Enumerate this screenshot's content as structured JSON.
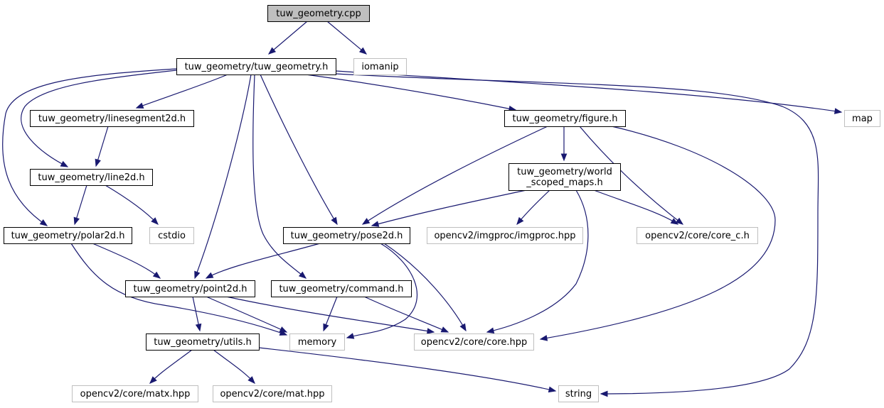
{
  "diagram": {
    "type": "include-dependency-graph",
    "colors": {
      "edge": "#191970",
      "root_fill": "#bfbfbf",
      "node_border": "#000000",
      "external_border": "#bfbfbf",
      "background": "#ffffff"
    },
    "nodes": [
      {
        "id": "root",
        "kind": "root",
        "lines": [
          "tuw_geometry.cpp"
        ]
      },
      {
        "id": "tuw_geometry_h",
        "kind": "main",
        "lines": [
          "tuw_geometry/tuw_geometry.h"
        ]
      },
      {
        "id": "iomanip",
        "kind": "ext",
        "lines": [
          "iomanip"
        ]
      },
      {
        "id": "map",
        "kind": "ext",
        "lines": [
          "map"
        ]
      },
      {
        "id": "linesegment2d_h",
        "kind": "main",
        "lines": [
          "tuw_geometry/linesegment2d.h"
        ]
      },
      {
        "id": "figure_h",
        "kind": "main",
        "lines": [
          "tuw_geometry/figure.h"
        ]
      },
      {
        "id": "line2d_h",
        "kind": "main",
        "lines": [
          "tuw_geometry/line2d.h"
        ]
      },
      {
        "id": "world_scoped_maps_h",
        "kind": "main",
        "lines": [
          "tuw_geometry/world",
          "_scoped_maps.h"
        ]
      },
      {
        "id": "polar2d_h",
        "kind": "main",
        "lines": [
          "tuw_geometry/polar2d.h"
        ]
      },
      {
        "id": "cstdio",
        "kind": "ext",
        "lines": [
          "cstdio"
        ]
      },
      {
        "id": "pose2d_h",
        "kind": "main",
        "lines": [
          "tuw_geometry/pose2d.h"
        ]
      },
      {
        "id": "imgproc_hpp",
        "kind": "ext",
        "lines": [
          "opencv2/imgproc/imgproc.hpp"
        ]
      },
      {
        "id": "core_c_h",
        "kind": "ext",
        "lines": [
          "opencv2/core/core_c.h"
        ]
      },
      {
        "id": "point2d_h",
        "kind": "main",
        "lines": [
          "tuw_geometry/point2d.h"
        ]
      },
      {
        "id": "command_h",
        "kind": "main",
        "lines": [
          "tuw_geometry/command.h"
        ]
      },
      {
        "id": "utils_h",
        "kind": "main",
        "lines": [
          "tuw_geometry/utils.h"
        ]
      },
      {
        "id": "memory",
        "kind": "ext",
        "lines": [
          "memory"
        ]
      },
      {
        "id": "core_hpp",
        "kind": "ext",
        "lines": [
          "opencv2/core/core.hpp"
        ]
      },
      {
        "id": "matx_hpp",
        "kind": "ext",
        "lines": [
          "opencv2/core/matx.hpp"
        ]
      },
      {
        "id": "mat_hpp",
        "kind": "ext",
        "lines": [
          "opencv2/core/mat.hpp"
        ]
      },
      {
        "id": "string",
        "kind": "ext",
        "lines": [
          "string"
        ]
      }
    ],
    "edges": [
      {
        "from": "root",
        "to": "tuw_geometry_h"
      },
      {
        "from": "root",
        "to": "iomanip"
      },
      {
        "from": "tuw_geometry_h",
        "to": "linesegment2d_h"
      },
      {
        "from": "tuw_geometry_h",
        "to": "line2d_h"
      },
      {
        "from": "tuw_geometry_h",
        "to": "polar2d_h"
      },
      {
        "from": "tuw_geometry_h",
        "to": "point2d_h"
      },
      {
        "from": "tuw_geometry_h",
        "to": "command_h"
      },
      {
        "from": "tuw_geometry_h",
        "to": "pose2d_h"
      },
      {
        "from": "tuw_geometry_h",
        "to": "figure_h"
      },
      {
        "from": "tuw_geometry_h",
        "to": "map"
      },
      {
        "from": "tuw_geometry_h",
        "to": "string"
      },
      {
        "from": "linesegment2d_h",
        "to": "line2d_h"
      },
      {
        "from": "line2d_h",
        "to": "polar2d_h"
      },
      {
        "from": "line2d_h",
        "to": "cstdio"
      },
      {
        "from": "polar2d_h",
        "to": "point2d_h"
      },
      {
        "from": "polar2d_h",
        "to": "memory"
      },
      {
        "from": "figure_h",
        "to": "world_scoped_maps_h"
      },
      {
        "from": "figure_h",
        "to": "pose2d_h"
      },
      {
        "from": "figure_h",
        "to": "core_c_h"
      },
      {
        "from": "figure_h",
        "to": "core_hpp"
      },
      {
        "from": "world_scoped_maps_h",
        "to": "pose2d_h"
      },
      {
        "from": "world_scoped_maps_h",
        "to": "imgproc_hpp"
      },
      {
        "from": "world_scoped_maps_h",
        "to": "core_c_h"
      },
      {
        "from": "world_scoped_maps_h",
        "to": "core_hpp"
      },
      {
        "from": "pose2d_h",
        "to": "point2d_h"
      },
      {
        "from": "pose2d_h",
        "to": "memory"
      },
      {
        "from": "pose2d_h",
        "to": "core_hpp"
      },
      {
        "from": "point2d_h",
        "to": "utils_h"
      },
      {
        "from": "point2d_h",
        "to": "memory"
      },
      {
        "from": "point2d_h",
        "to": "core_hpp"
      },
      {
        "from": "command_h",
        "to": "memory"
      },
      {
        "from": "command_h",
        "to": "core_hpp"
      },
      {
        "from": "utils_h",
        "to": "matx_hpp"
      },
      {
        "from": "utils_h",
        "to": "mat_hpp"
      },
      {
        "from": "utils_h",
        "to": "string"
      }
    ]
  }
}
